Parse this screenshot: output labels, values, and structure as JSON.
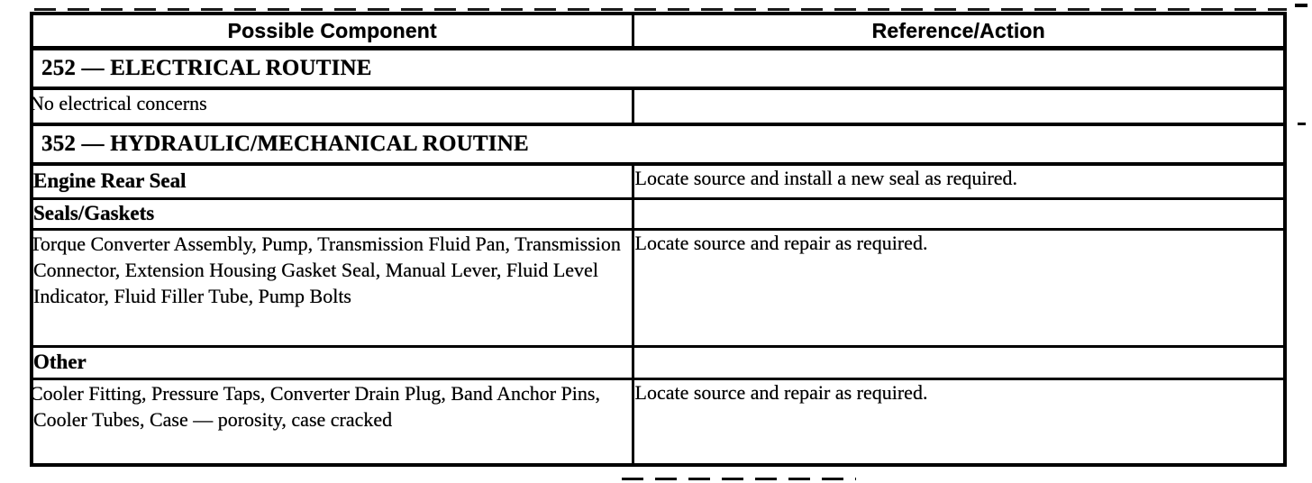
{
  "bullet_glyph": "•",
  "table": {
    "columns": [
      {
        "label": "Possible Component"
      },
      {
        "label": "Reference/Action"
      }
    ],
    "rows": [
      {
        "type": "section",
        "component": "252 — ELECTRICAL ROUTINE",
        "action": ""
      },
      {
        "type": "item",
        "component": "No electrical concerns",
        "action": ""
      },
      {
        "type": "section",
        "component": "352 — HYDRAULIC/MECHANICAL ROUTINE",
        "action": ""
      },
      {
        "type": "subhead",
        "component": "Engine Rear Seal",
        "action": "Locate source and install a new seal as required."
      },
      {
        "type": "subhead",
        "component": "Seals/Gaskets",
        "action": ""
      },
      {
        "type": "item",
        "component": "Torque Converter Assembly, Pump, Transmission Fluid Pan, Transmission Connector, Extension Housing Gasket Seal, Manual Lever, Fluid Level Indicator, Fluid Filler Tube, Pump Bolts",
        "action": "Locate source and repair as required."
      },
      {
        "type": "subhead",
        "component": "Other",
        "action": ""
      },
      {
        "type": "item",
        "component": "Cooler Fitting, Pressure Taps, Converter Drain Plug, Band Anchor Pins, Cooler Tubes, Case — porosity, case cracked",
        "action": "Locate source and repair as required."
      }
    ]
  },
  "colors": {
    "ink": "#000000",
    "paper": "#ffffff"
  }
}
